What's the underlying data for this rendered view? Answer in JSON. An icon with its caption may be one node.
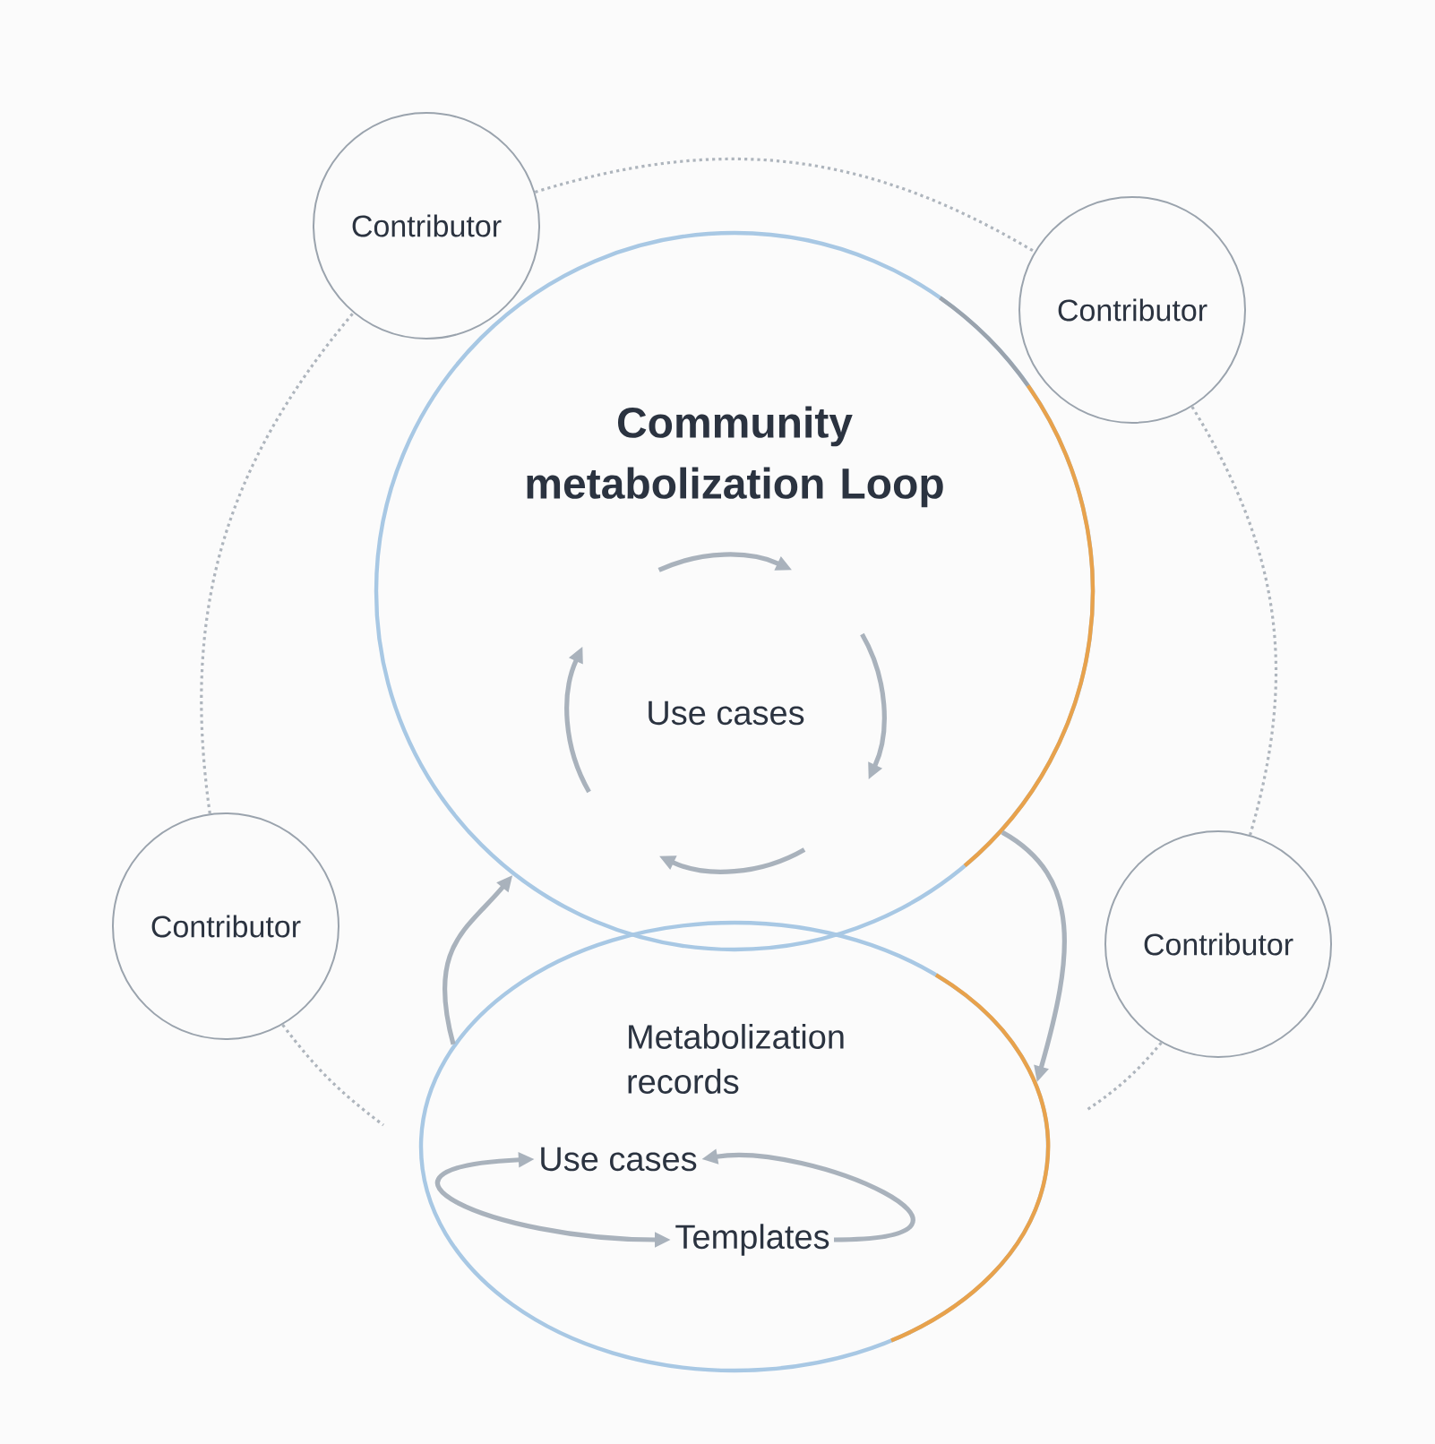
{
  "diagram": {
    "nodes": [
      {
        "text": [
          "Community metabolization Loop"
        ]
      },
      {
        "text": [
          "Use cases"
        ],
        "in": 0
      },
      {
        "text": [
          "Metabolization records"
        ]
      },
      {
        "text": [
          "Use cases"
        ],
        "in": 2
      },
      {
        "text": [
          "Templates"
        ],
        "in": 2
      },
      {
        "text": [
          "Contributor"
        ]
      },
      {
        "text": [
          "Contributor"
        ]
      },
      {
        "text": [
          "Contributor"
        ]
      },
      {
        "text": [
          "Contributor"
        ]
      }
    ],
    "edges": [
      {
        "from": 3,
        "to": 4,
        "arrow": "both"
      },
      {
        "from": 4,
        "to": 3,
        "arrow": "to"
      },
      {
        "from": 0,
        "to": 2,
        "arrow": "to"
      },
      {
        "from": 2,
        "to": 0,
        "arrow": "to"
      },
      {
        "from": 5,
        "to": 6,
        "arrow": "none",
        "style": "dashed"
      },
      {
        "from": 6,
        "to": 8,
        "arrow": "none",
        "style": "dashed"
      },
      {
        "from": 7,
        "to": 5,
        "arrow": "none",
        "style": "dashed"
      }
    ]
  }
}
